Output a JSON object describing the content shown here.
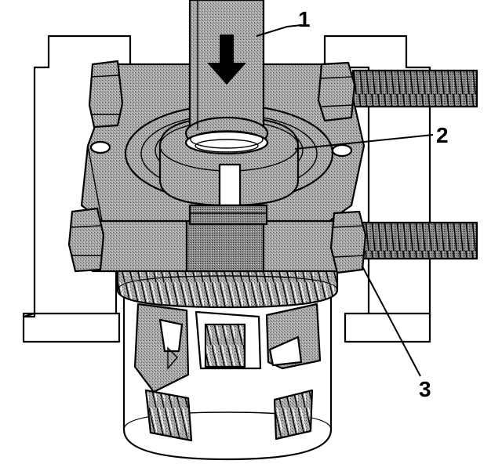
{
  "callouts": [
    {
      "id": "1",
      "label": "1"
    },
    {
      "id": "2",
      "label": "2"
    },
    {
      "id": "3",
      "label": "3"
    }
  ],
  "colors": {
    "line": "#000000",
    "background": "#ffffff",
    "shading": "#8f8f8f"
  }
}
